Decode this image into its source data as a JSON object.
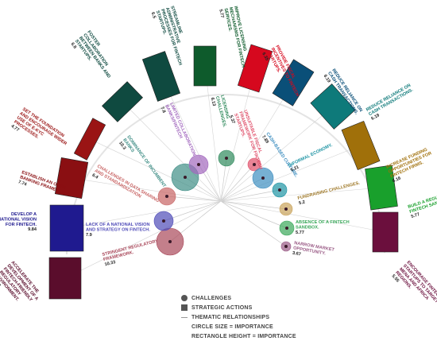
{
  "strategic_actions": [
    {
      "label": "Develop a national vision for fintech.",
      "value": "9.84",
      "color": "#1f1a8f"
    },
    {
      "label": "Establish an open banking framework.",
      "value": "7.74",
      "color": "#8a0f12"
    },
    {
      "label": "Set the foundation and encourage wider use of e-KYC processes.",
      "value": "4.77",
      "color": "#9a1414"
    },
    {
      "label": "Foster collaboration between banks and startups.",
      "value": "6.8",
      "color": "#0f4a40"
    },
    {
      "label": "Streamline administrative processes for fintech startups.",
      "value": "6.5",
      "color": "#0f4a40"
    },
    {
      "label": "Improve licensing mechanisms for fintech services.",
      "value": "5.77",
      "color": "#0e5b2c"
    },
    {
      "label": "Provide fiscal incentives to fintech startups.",
      "value": "6.35",
      "color": "#d6081e"
    },
    {
      "label": "Reduce reliance on cash transactions.",
      "value": "6.19",
      "color": "#0a4f78"
    },
    {
      "label": "Reduce reliance on cash transactions.",
      "value": "6.19",
      "color": "#0e7a7a"
    },
    {
      "label": "Increase funding opportunities for fintech firms.",
      "value": "6.16",
      "color": "#a0700a"
    },
    {
      "label": "Build a regulatory fintech sandbox.",
      "value": "5.77",
      "color": "#19a02c"
    },
    {
      "label": "Encourage fintech startups to target MENA and Africa regions.",
      "value": "5.55",
      "color": "#6b0f3d"
    },
    {
      "label": "Accelerate the development of a fintech-friendly regulatory environment.",
      "value": "10.52",
      "color": "#5a0d2c"
    }
  ],
  "challenges": [
    {
      "label": "Stringent regulatory framework.",
      "value": "10.33",
      "color": "#a9485a"
    },
    {
      "label": "Lack of a national vision and strategy on fintech.",
      "value": "7.9",
      "color": "#4f4bb8"
    },
    {
      "label": "Challenges in data sharing and standardization",
      "value": "6.4",
      "color": "#c86464"
    },
    {
      "label": "Dominance of incumbent banks",
      "value": "10.3",
      "color": "#3f8e86"
    },
    {
      "label": "Limited collaboration banks/fintech",
      "value": "7.8",
      "color": "#a268be"
    },
    {
      "label": "Licensing challenges.",
      "value": "6.13",
      "color": "#2f8a5c"
    },
    {
      "label": "Unsuitable fiscal framework for fintech startups.",
      "value": "5.37",
      "color": "#e0506a"
    },
    {
      "label": "Cash-based culture.",
      "value": "7.89",
      "color": "#3d8ec0"
    },
    {
      "label": "Informal economy.",
      "value": "5.21",
      "color": "#1e94a4"
    },
    {
      "label": "Fundraising challenges.",
      "value": "5.2",
      "color": "#c9a35a"
    },
    {
      "label": "Absence of a fintech sandbox.",
      "value": "5.77",
      "color": "#3aa85a"
    },
    {
      "label": "Narrow market opportunity.",
      "value": "3.67",
      "color": "#9a5b86"
    }
  ],
  "legend": {
    "challenges": "CHALLENGES",
    "strategic_actions": "STRATEGIC ACTIONS",
    "thematic": "THEMATIC RELATIONSHIPS",
    "circle_size": "CIRCLE SIZE = IMPORTANCE",
    "rect_height": "RECTANGLE HEIGHT = IMPORTANCE"
  }
}
